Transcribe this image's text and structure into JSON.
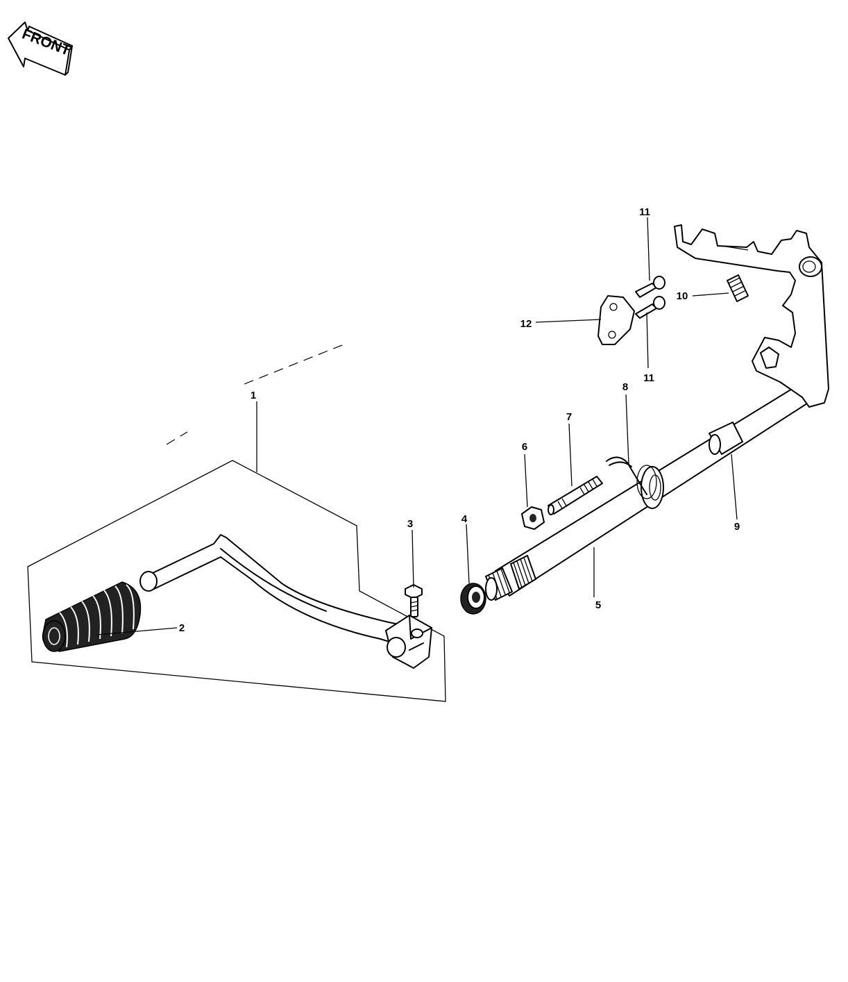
{
  "front_badge": {
    "label": "FRONT"
  },
  "callouts": [
    {
      "id": "1",
      "label": "1"
    },
    {
      "id": "2",
      "label": "2"
    },
    {
      "id": "3",
      "label": "3"
    },
    {
      "id": "4",
      "label": "4"
    },
    {
      "id": "5",
      "label": "5"
    },
    {
      "id": "6",
      "label": "6"
    },
    {
      "id": "7",
      "label": "7"
    },
    {
      "id": "8",
      "label": "8"
    },
    {
      "id": "9",
      "label": "9"
    },
    {
      "id": "10",
      "label": "10"
    },
    {
      "id": "11a",
      "label": "11"
    },
    {
      "id": "11b",
      "label": "11"
    },
    {
      "id": "12",
      "label": "12"
    }
  ]
}
